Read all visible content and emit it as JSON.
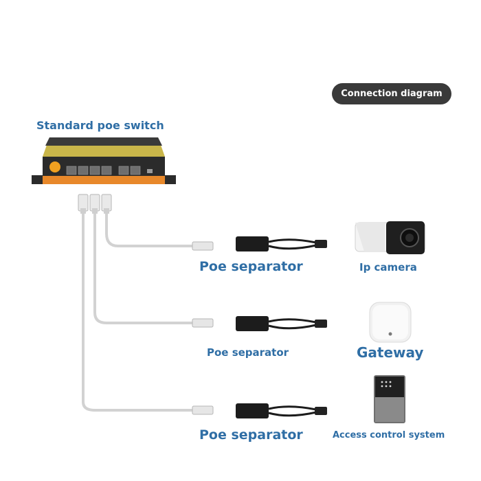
{
  "header": {
    "badge_label": "Connection diagram"
  },
  "switch": {
    "label": "Standard poe switch"
  },
  "rows": [
    {
      "separator_label": "Poe separator",
      "device_label": "Ip camera",
      "device_icon": "ip-camera-icon"
    },
    {
      "separator_label": "Poe separator",
      "device_label": "Gateway",
      "device_icon": "wireless-gateway-icon"
    },
    {
      "separator_label": "Poe separator",
      "device_label": "Access control system",
      "device_icon": "access-control-panel-icon"
    }
  ],
  "colors": {
    "label_blue": "#2f6ea5",
    "badge_bg": "#3a3a3a",
    "switch_body": "#2b2b2b",
    "switch_accent": "#e8882a",
    "cable": "#d2d2d2"
  }
}
